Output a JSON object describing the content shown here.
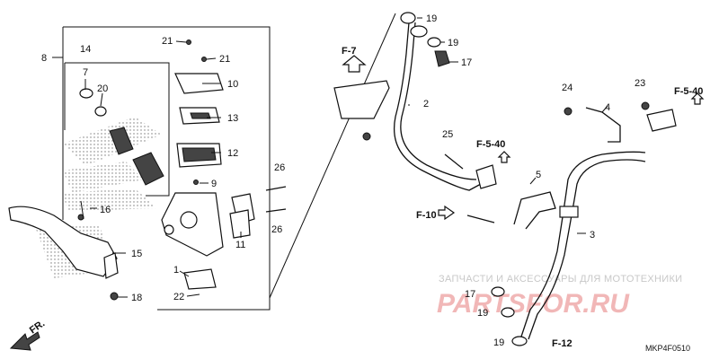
{
  "diagram": {
    "callouts": {
      "p1": "1",
      "p2": "2",
      "p3": "3",
      "p4": "4",
      "p5": "5",
      "p7": "7",
      "p8": "8",
      "p9": "9",
      "p10": "10",
      "p11": "11",
      "p12": "12",
      "p13": "13",
      "p14": "14",
      "p15": "15",
      "p16": "16",
      "p17a": "17",
      "p17b": "17",
      "p18": "18",
      "p19a": "19",
      "p19b": "19",
      "p19c": "19",
      "p19d": "19",
      "p20": "20",
      "p21a": "21",
      "p21b": "21",
      "p22": "22",
      "p23": "23",
      "p24": "24",
      "p25": "25",
      "p26a": "26",
      "p26b": "26"
    },
    "references": {
      "f7": "F-7",
      "f540a": "F-5-40",
      "f540b": "F-5-40",
      "f10": "F-10",
      "f12": "F-12",
      "fr": "FR."
    },
    "watermark": {
      "line1": "ЗАПЧАСТИ И АКСЕССУАРЫ ДЛЯ МОТОТЕХНИКИ",
      "line2": "PARTSFOR.RU"
    },
    "diagram_code": "MKP4F0510"
  }
}
